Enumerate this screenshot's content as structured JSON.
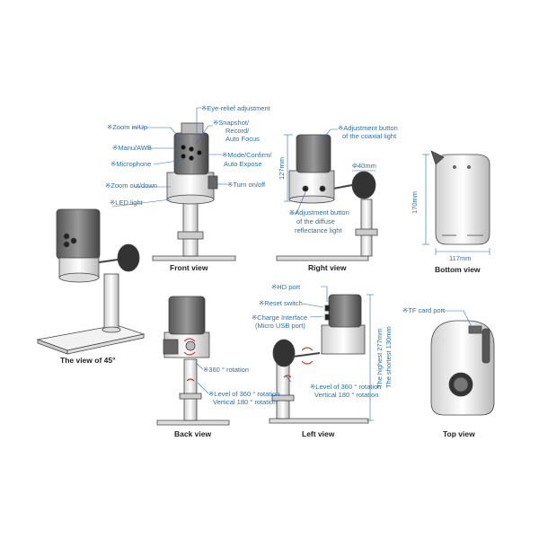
{
  "captions": {
    "front": "Front view",
    "right": "Right view",
    "bottom": "Bottom view",
    "angle45": "The view of 45°",
    "back": "Back view",
    "left": "Left view",
    "top": "Top view"
  },
  "front_labels": {
    "eye_relief": "※Eye-relief adjustment",
    "zoom_in": "※Zoom in/Up",
    "snapshot_1": "※Snapshot/",
    "snapshot_2": "Record/",
    "snapshot_3": "Auto Focus",
    "manu": "※Manu/AWB",
    "mode_1": "※Mode/Confirm/",
    "mode_2": "Auto Expose",
    "microphone": "※Microphone",
    "zoom_out": "※Zoom out/down",
    "turn": "※Turn on/off",
    "led": "※LED light"
  },
  "right_labels": {
    "coax_1": "※Adjustment button",
    "coax_2": "of the coaxial light",
    "height": "127mm",
    "diameter": "Φ40mm",
    "diffuse_1": "※Adjustment button",
    "diffuse_2": "of the diffuse",
    "diffuse_3": "reflectance light"
  },
  "bottom_labels": {
    "height": "170mm",
    "width": "117mm"
  },
  "left_labels": {
    "hd": "※HD      port",
    "reset": "※Reset switch",
    "charge_1": "※Charge Interface",
    "charge_2": "(Micro USB port)",
    "level_1": "※Level of 360 ° rotation",
    "level_2": "Vertical 180 ° rotation",
    "highest": "The highest 277mm",
    "shortest": "The shortest 130mm"
  },
  "back_labels": {
    "rotation": "※360 ° rotation",
    "level_1": "※Level of 360 ° rotation",
    "level_2": "Vertical 180 ° rotation"
  },
  "top_labels": {
    "tf": "※TF card port"
  },
  "colors": {
    "accent": "#2a6fb3",
    "stroke": "#333333",
    "arrow": "#d9342b"
  }
}
